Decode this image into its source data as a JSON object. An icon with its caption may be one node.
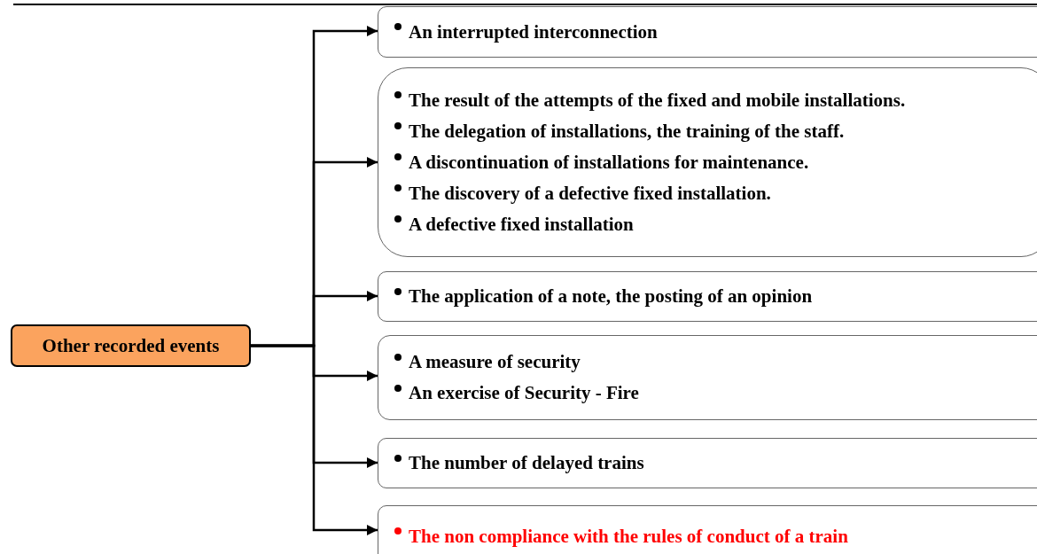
{
  "diagram": {
    "nodes": [
      {
        "text": [
          "Other recorded events"
        ]
      },
      {
        "text": [
          "An interrupted interconnection"
        ]
      },
      {
        "text": [
          "The result of the attempts of the fixed and mobile installations.",
          "The delegation of installations, the training of the staff.",
          "A discontinuation of installations for maintenance.",
          "The discovery of a defective fixed installation.",
          "A defective fixed installation"
        ]
      },
      {
        "text": [
          "The application of a note, the posting of an opinion"
        ]
      },
      {
        "text": [
          "A measure of security",
          "An exercise of Security - Fire"
        ]
      },
      {
        "text": [
          "The number of delayed trains"
        ]
      },
      {
        "text": [
          "The non compliance with the rules of conduct of a train"
        ]
      }
    ],
    "edges": [
      {
        "from": 0,
        "to": 1,
        "arrow": "to"
      },
      {
        "from": 0,
        "to": 2,
        "arrow": "to"
      },
      {
        "from": 0,
        "to": 3,
        "arrow": "to"
      },
      {
        "from": 0,
        "to": 4,
        "arrow": "to"
      },
      {
        "from": 0,
        "to": 5,
        "arrow": "to"
      },
      {
        "from": 0,
        "to": 6,
        "arrow": "to"
      }
    ]
  }
}
